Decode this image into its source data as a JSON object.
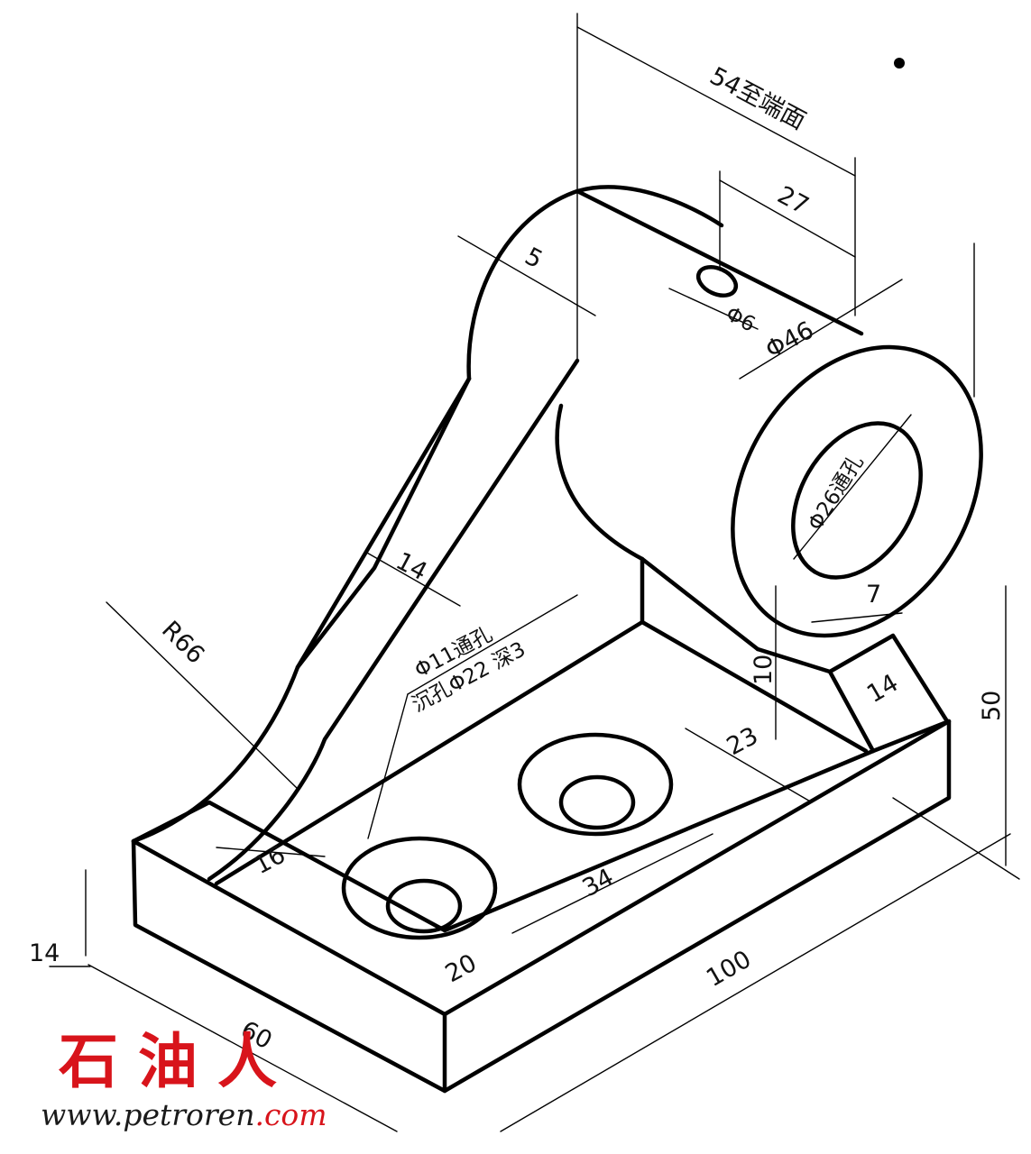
{
  "dimensions": {
    "overall_length": "54至端面",
    "top_offset": "27",
    "slot_width": "5",
    "small_hole": "Φ6",
    "cylinder_outer": "Φ46",
    "cylinder_bore": "Φ26通孔",
    "rib_thickness": "14",
    "arc_radius": "R66",
    "through_hole": "Φ11通孔",
    "counterbore": "沉孔Φ22 深3",
    "gap_7": "7",
    "height_10": "10",
    "support_14": "14",
    "height_50": "50",
    "offset_23": "23",
    "offset_16": "16",
    "spacing_34": "34",
    "offset_20": "20",
    "base_length": "100",
    "base_width": "60",
    "base_thickness": "14"
  },
  "watermark": {
    "brand": "石油人",
    "url_prefix": "www.",
    "url_brand": "petroren",
    "url_suffix": ".com",
    "url_colors": {
      "prefix": "#1a1a1a",
      "brand": "#1a1a1a",
      "suffix": "#d8141b"
    }
  }
}
